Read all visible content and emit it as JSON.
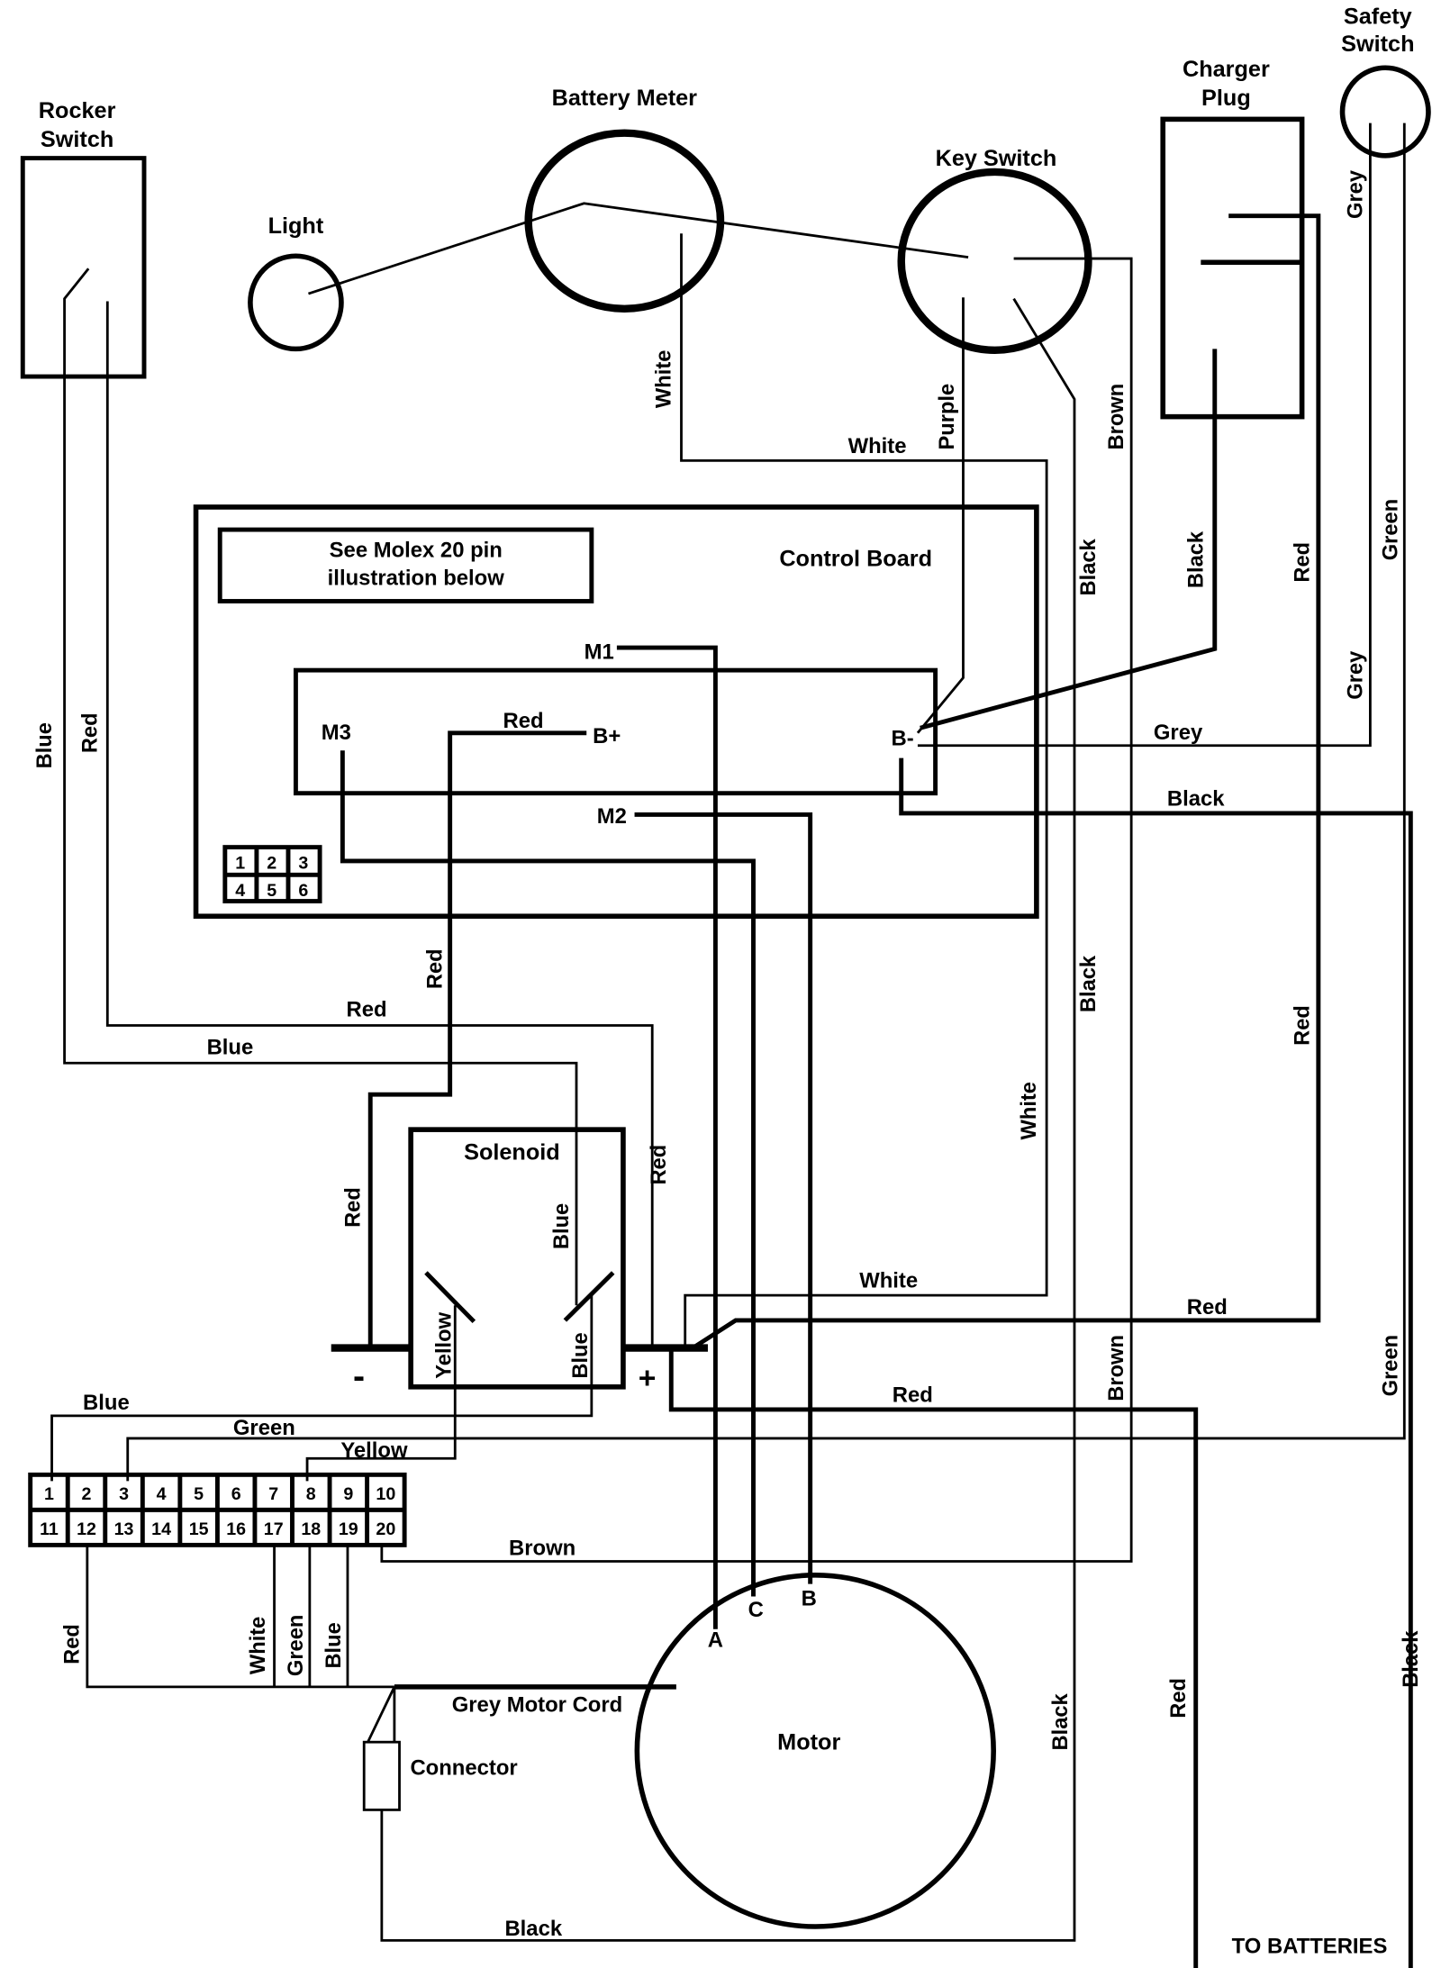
{
  "diagram": {
    "components": {
      "rocker_switch": "Rocker\nSwitch",
      "rocker_switch_l1": "Rocker",
      "rocker_switch_l2": "Switch",
      "light": "Light",
      "battery_meter": "Battery Meter",
      "key_switch": "Key Switch",
      "charger_plug_l1": "Charger",
      "charger_plug_l2": "Plug",
      "safety_switch_l1": "Safety",
      "safety_switch_l2": "Switch",
      "control_board": "Control Board",
      "molex_note_l1": "See Molex 20 pin",
      "molex_note_l2": "illustration below",
      "solenoid": "Solenoid",
      "motor": "Motor",
      "grey_motor_cord": "Grey Motor Cord",
      "connector": "Connector",
      "to_batteries": "TO BATTERIES"
    },
    "terminals": {
      "m1": "M1",
      "m2": "M2",
      "m3": "M3",
      "b_plus": "B+",
      "b_minus": "B-",
      "sol_minus": "-",
      "sol_plus": "+",
      "motor_a": "A",
      "motor_b": "B",
      "motor_c": "C"
    },
    "control_board_pins": [
      "1",
      "2",
      "3",
      "4",
      "5",
      "6"
    ],
    "molex_pins": [
      "1",
      "2",
      "3",
      "4",
      "5",
      "6",
      "7",
      "8",
      "9",
      "10",
      "11",
      "12",
      "13",
      "14",
      "15",
      "16",
      "17",
      "18",
      "19",
      "20"
    ],
    "wire_labels": {
      "white_meter": "White",
      "white_top": "White",
      "purple": "Purple",
      "brown_key": "Brown",
      "black_1": "Black",
      "black_charger": "Black",
      "red_right_top": "Red",
      "green_right_top": "Green",
      "grey_safety": "Grey",
      "grey_safety_2": "Grey",
      "grey_bminus": "Grey",
      "black_bminus": "Black",
      "blue_rocker": "Blue",
      "red_rocker": "Red",
      "red_bplus": "Red",
      "red_vertical_board": "Red",
      "red_horiz": "Red",
      "blue_horiz": "Blue",
      "black_mid": "Black",
      "red_right_mid": "Red",
      "white_mid": "White",
      "red_sol_left": "Red",
      "blue_sol": "Blue",
      "red_sol_right": "Red",
      "yellow_sol": "Yellow",
      "blue_sol_inner": "Blue",
      "white_low": "White",
      "red_low": "Red",
      "red_low2": "Red",
      "brown_low": "Brown",
      "green_low": "Green",
      "blue_molex": "Blue",
      "green_molex": "Green",
      "yellow_molex": "Yellow",
      "brown_molex": "Brown",
      "red_12": "Red",
      "white_17": "White",
      "green_18": "Green",
      "blue_19": "Blue",
      "black_bottom": "Black",
      "black_motor_right": "Black",
      "red_batt": "Red",
      "black_batt": "Black"
    }
  }
}
